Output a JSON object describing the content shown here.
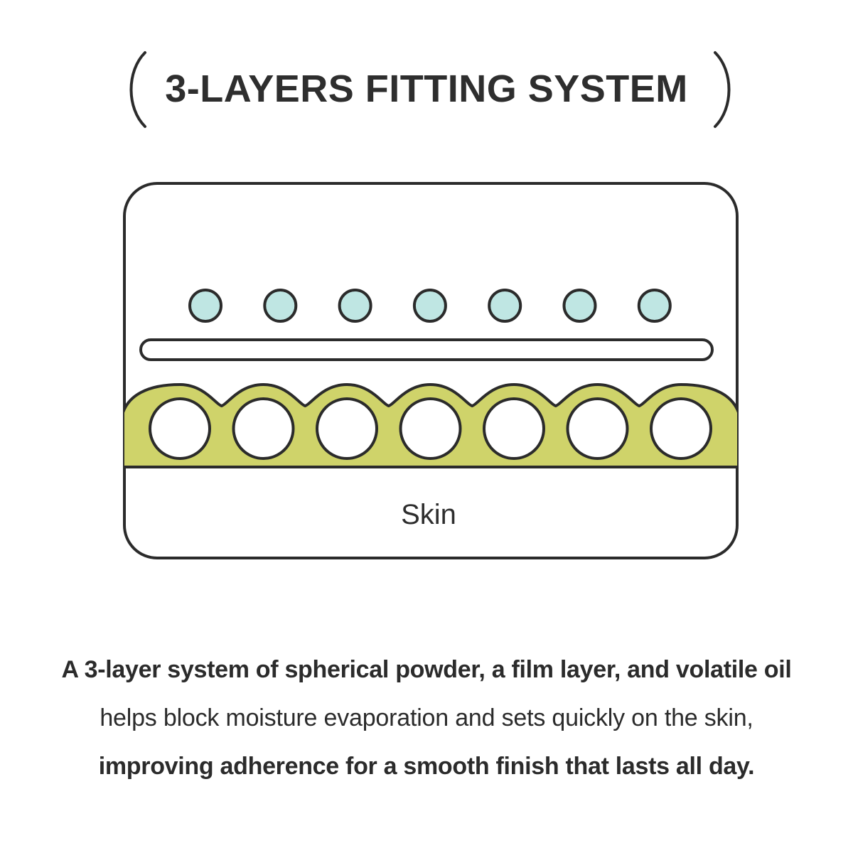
{
  "title": "3-LAYERS FITTING SYSTEM",
  "diagram": {
    "skin_label": "Skin",
    "powder_particle_count": 7,
    "oil_droplet_count": 7,
    "colors": {
      "outline": "#2b2b2b",
      "oil_droplet": "#bfe6e3",
      "coating": "#cfd36a",
      "background": "#ffffff"
    }
  },
  "caption": {
    "line1": "A 3-layer system of spherical powder, a film layer, and volatile oil",
    "line2": "helps block moisture evaporation and sets quickly on the skin,",
    "line3": "improving adherence for a smooth finish that lasts all day."
  }
}
